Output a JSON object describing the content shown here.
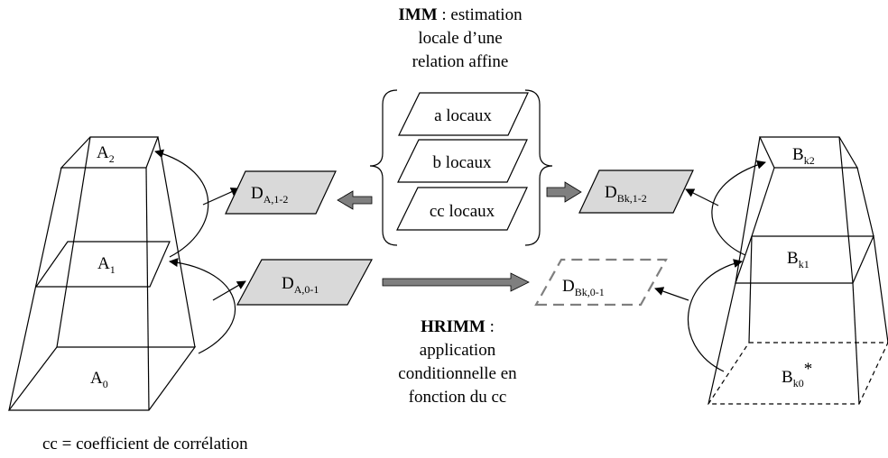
{
  "imm": {
    "title": "IMM",
    "line1_rest": " : estimation",
    "line2": "locale d’une",
    "line3": "relation affine"
  },
  "local_params": [
    "a locaux",
    "b locaux",
    "cc locaux"
  ],
  "pyramid_a": {
    "levels": [
      {
        "base": "A",
        "sub": "2"
      },
      {
        "base": "A",
        "sub": "1"
      },
      {
        "base": "A",
        "sub": "0"
      }
    ]
  },
  "pyramid_b": {
    "levels": [
      {
        "base": "B",
        "sub": "k2",
        "sup": ""
      },
      {
        "base": "B",
        "sub": "k1",
        "sup": ""
      },
      {
        "base": "B",
        "sub": "k0",
        "sup": "*"
      }
    ]
  },
  "d_boxes": {
    "d_a12": {
      "base": "D",
      "sub": "A,1-2"
    },
    "d_a01": {
      "base": "D",
      "sub": "A,0-1"
    },
    "d_bk12": {
      "base": "D",
      "sub": "Bk,1-2"
    },
    "d_bk01": {
      "base": "D",
      "sub": "Bk,0-1"
    }
  },
  "hrimm": {
    "title": "HRIMM",
    "line1_rest": " :",
    "line2": "application",
    "line3": "conditionnelle en",
    "line4": "fonction du cc"
  },
  "footnote": "cc = coefficient de corrélation",
  "colors": {
    "box_fill": "#d9d9d9",
    "arrow_fill": "#7f7f7f",
    "dashed_stroke": "#7f7f7f"
  }
}
